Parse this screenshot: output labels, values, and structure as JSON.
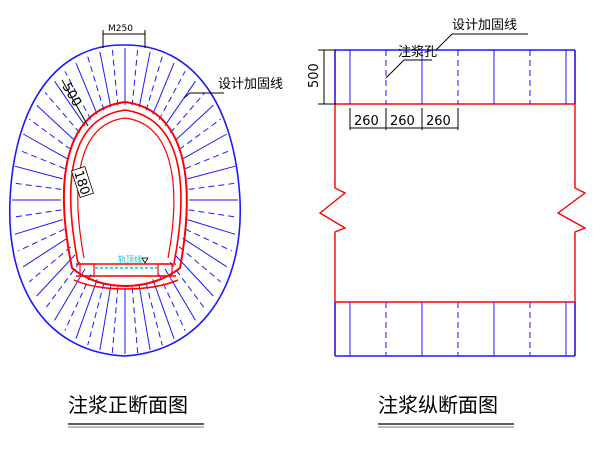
{
  "cross_section": {
    "caption": "注浆正断面图",
    "top_width_label": "M250",
    "depth_label": "500",
    "inner_thickness_label": "180",
    "grout_line_label": "设计加固线",
    "inner_tag": "轨顶线"
  },
  "longitudinal_section": {
    "caption": "注浆纵断面图",
    "grout_line_label": "设计加固线",
    "grout_hole_label": "注浆孔",
    "depth_label": "500",
    "spacing_labels": [
      "260",
      "260",
      "260"
    ]
  },
  "colors": {
    "reinforcement": "#1a1aff",
    "tunnel_lining": "#ff0000",
    "annotation": "#000000",
    "inner_tag": "#00cccc"
  }
}
